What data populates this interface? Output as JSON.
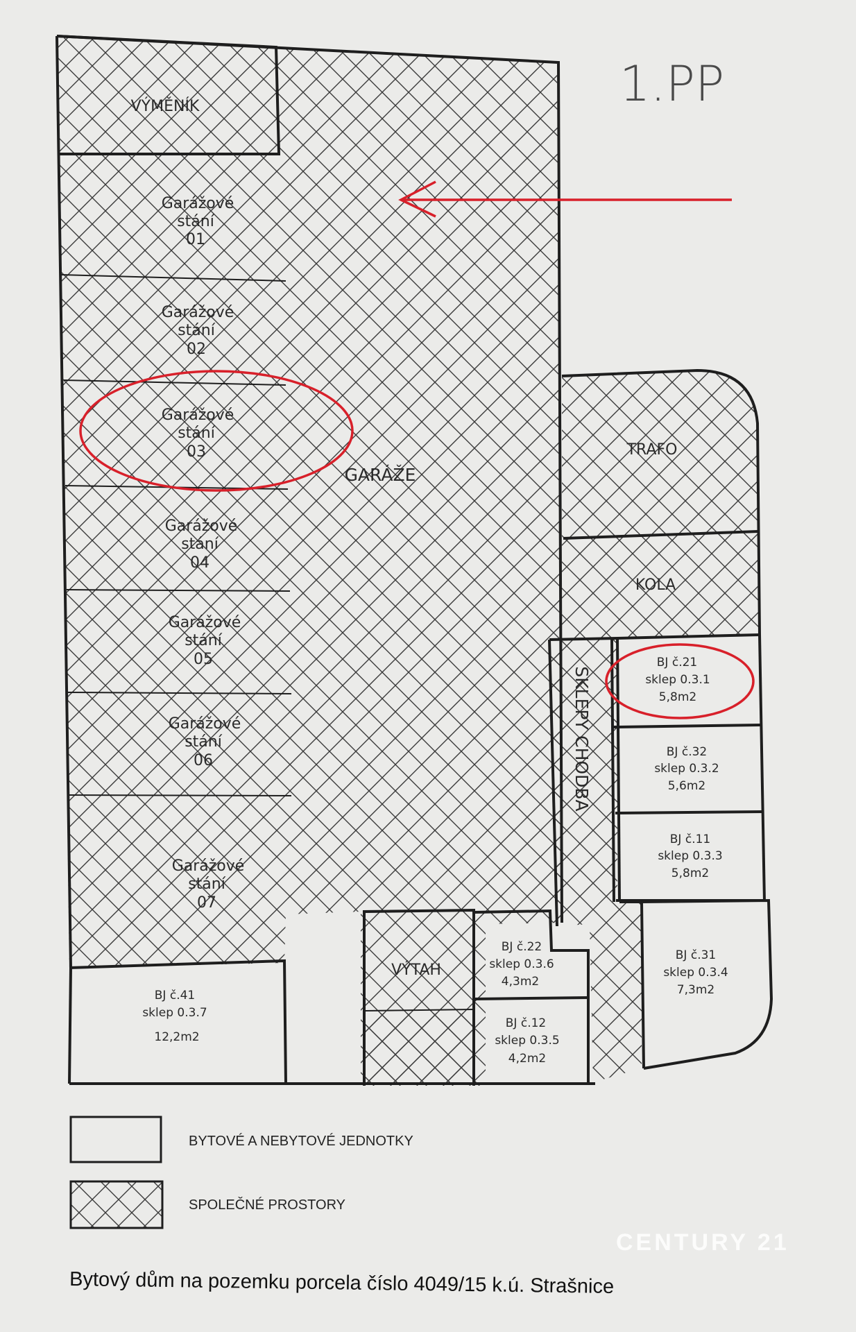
{
  "floor_label": "1.PP",
  "rooms": {
    "vymenik": "VÝMĚNÍK",
    "garaze": "GARÁŽE",
    "trafo": "TRAFO",
    "kola": "KOLA",
    "vytah": "VÝTAH",
    "sklepy_chodba": "SKLEPY CHODBA"
  },
  "parking": [
    {
      "line1": "Garážové",
      "line2": "stání",
      "num": "01"
    },
    {
      "line1": "Garážové",
      "line2": "stání",
      "num": "02"
    },
    {
      "line1": "Garážové",
      "line2": "stání",
      "num": "03"
    },
    {
      "line1": "Garážové",
      "line2": "stání",
      "num": "04"
    },
    {
      "line1": "Garážové",
      "line2": "stání",
      "num": "05"
    },
    {
      "line1": "Garážové",
      "line2": "stání",
      "num": "06"
    },
    {
      "line1": "Garážové",
      "line2": "stání",
      "num": "07"
    }
  ],
  "cellars": [
    {
      "bj": "BJ č.21",
      "sklep": "sklep 0.3.1",
      "area": "5,8m2"
    },
    {
      "bj": "BJ č.32",
      "sklep": "sklep 0.3.2",
      "area": "5,6m2"
    },
    {
      "bj": "BJ č.11",
      "sklep": "sklep 0.3.3",
      "area": "5,8m2"
    },
    {
      "bj": "BJ č.31",
      "sklep": "sklep 0.3.4",
      "area": "7,3m2"
    },
    {
      "bj": "BJ č.22",
      "sklep": "sklep 0.3.6",
      "area": "4,3m2"
    },
    {
      "bj": "BJ č.12",
      "sklep": "sklep 0.3.5",
      "area": "4,2m2"
    },
    {
      "bj": "BJ č.41",
      "sklep": "sklep 0.3.7",
      "area": "12,2m2"
    }
  ],
  "legend": {
    "units": "BYTOVÉ A NEBYTOVÉ JEDNOTKY",
    "common": "SPOLEČNÉ PROSTORY"
  },
  "caption": "Bytový dům na pozemku porcela číslo 4049/15 k.ú. Strašnice",
  "watermark": "CENTURY 21",
  "colors": {
    "paper": "#e9e9e7",
    "lines": "#1e1e1e",
    "highlight": "#d8202a"
  }
}
